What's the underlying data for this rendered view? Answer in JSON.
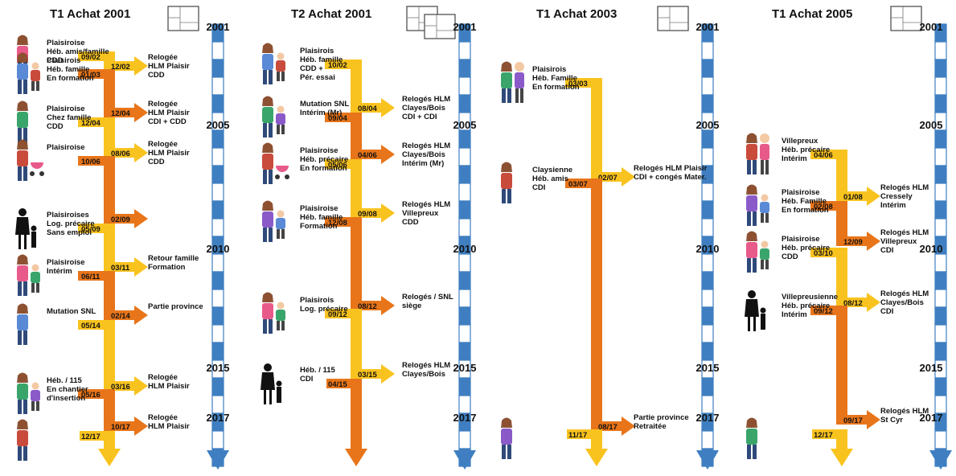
{
  "colors": {
    "yellow": "#f9c31f",
    "orange": "#e8751a",
    "timeline_blue": "#3f7fc1",
    "timeline_white": "#ffffff",
    "text": "#111111"
  },
  "panels": [
    {
      "title": "T1  Achat 2001",
      "years": [
        "2001",
        "2005",
        "2010",
        "2015",
        "2017"
      ],
      "flows": [
        {
          "color": "yellow",
          "start": "09/02",
          "end": "12/02",
          "household": "Plaisiroise\nHéb. amis/famille\nCDD",
          "outcome": "Relogée\nHLM Plaisir\nCDD",
          "icon": "woman-icon"
        },
        {
          "color": "orange",
          "start": "01/03",
          "end": "12/04",
          "household": "Plaisirois\nHéb. famille\nEn formation",
          "outcome": "Relogée\nHLM Plaisir\nCDI + CDD",
          "icon": "family-icon"
        },
        {
          "color": "yellow",
          "start": "12/04",
          "end": "08/06",
          "household": "Plaisiroise\nChez famille\nCDD",
          "outcome": "Relogée\nHLM Plaisir\nCDD",
          "icon": "woman-icon"
        },
        {
          "color": "orange",
          "start": "10/06",
          "end": "02/09",
          "household": "Plaisiroise",
          "outcome": "",
          "icon": "mother-stroller-icon"
        },
        {
          "color": "yellow",
          "start": "05/09",
          "end": "03/11",
          "household": "Plaisiroises\nLog. précaire\nSans emploi",
          "outcome": "Retour famille\nFormation",
          "icon": "mother-child-silhouette-icon"
        },
        {
          "color": "orange",
          "start": "06/11",
          "end": "02/14",
          "household": "Plaisiroise\nIntérim",
          "outcome": "Partie province",
          "icon": "mother-child-icon"
        },
        {
          "color": "yellow",
          "start": "05/14",
          "end": "03/16",
          "household": "Mutation SNL",
          "outcome": "Relogée\nHLM Plaisir",
          "icon": "woman-icon"
        },
        {
          "color": "orange",
          "start": "05/16",
          "end": "10/17",
          "household": "Héb. / 115\nEn chantier\nd'insertion",
          "outcome": "Relogée\nHLM Plaisir",
          "icon": "family-icon"
        },
        {
          "color": "yellow",
          "start": "12/17",
          "end": "",
          "household": "",
          "outcome": "",
          "icon": "man-icon"
        }
      ]
    },
    {
      "title": "T2  Achat 2001",
      "years": [
        "2001",
        "2005",
        "2010",
        "2015",
        "2017"
      ],
      "flows": [
        {
          "color": "yellow",
          "start": "10/02",
          "end": "08/04",
          "household": "Plaisirois\nHéb. famille\nCDD +\nPér. essai",
          "outcome": "Relogés HLM\nClayes/Bois\nCDI + CDI",
          "icon": "family-icon"
        },
        {
          "color": "orange",
          "start": "09/04",
          "end": "04/06",
          "household": "Mutation SNL\nIntérim (Mr)",
          "outcome": "Relogés HLM\nClayes/Bois\nIntérim (Mr)",
          "icon": "family-icon"
        },
        {
          "color": "yellow",
          "start": "05/06",
          "end": "09/08",
          "household": "Plaisiroise\nHéb. précaire\nEn formation",
          "outcome": "Relogés HLM\nVillepreux\nCDD",
          "icon": "mother-stroller-icon"
        },
        {
          "color": "orange",
          "start": "12/08",
          "end": "08/12",
          "household": "Plaisiroise\nHéb. famille\nFormation",
          "outcome": "Relogés / SNL\nsiège",
          "icon": "mother-child-icon"
        },
        {
          "color": "yellow",
          "start": "09/12",
          "end": "03/15",
          "household": "Plaisirois\nLog. précaire",
          "outcome": "Relogés HLM\nClayes/Bois",
          "icon": "family-icon"
        },
        {
          "color": "orange",
          "start": "04/15",
          "end": "",
          "household": "Héb. / 115\nCDI",
          "outcome": "",
          "icon": "family-silhouette-icon"
        }
      ]
    },
    {
      "title": "T1  Achat 2003",
      "years": [
        "2001",
        "2005",
        "2010",
        "2015",
        "2017"
      ],
      "flows": [
        {
          "color": "yellow",
          "start": "03/03",
          "end": "02/07",
          "household": "Plaisirois\nHéb. Famille\nEn formation",
          "outcome": "Relogés HLM Plaisir\nCDI + congés Mater.",
          "icon": "couple-icon"
        },
        {
          "color": "orange",
          "start": "03/07",
          "end": "08/17",
          "household": "Claysienne\nHéb. amis\nCDI",
          "outcome": "Partie province\nRetraitée",
          "icon": "woman-icon"
        },
        {
          "color": "yellow",
          "start": "11/17",
          "end": "",
          "household": "",
          "outcome": "",
          "icon": "man-icon"
        }
      ]
    },
    {
      "title": "T1  Achat 2005",
      "years": [
        "2001",
        "2005",
        "2010",
        "2015",
        "2017"
      ],
      "flows": [
        {
          "color": "yellow",
          "start": "04/06",
          "end": "01/08",
          "household": "Villepreux\nHéb. précaire\nIntérim",
          "outcome": "Relogés HLM\nCressely\nIntérim",
          "icon": "couple-icon"
        },
        {
          "color": "orange",
          "start": "02/08",
          "end": "12/09",
          "household": "Plaisiroise\nHéb. Famille\nEn formation",
          "outcome": "Relogés HLM\nVillepreux\nCDI",
          "icon": "mother-child-icon"
        },
        {
          "color": "yellow",
          "start": "03/10",
          "end": "08/12",
          "household": "Plaisiroise\nHéb. précaire\nCDD",
          "outcome": "Relogés HLM\nClayes/Bois\nCDI",
          "icon": "mother-child-icon"
        },
        {
          "color": "orange",
          "start": "09/12",
          "end": "09/17",
          "household": "Villepreusienne\nHéb. précaire\nIntérim",
          "outcome": "Relogés HLM\nSt Cyr",
          "icon": "mother-child-silhouette-icon"
        },
        {
          "color": "yellow",
          "start": "12/17",
          "end": "",
          "household": "",
          "outcome": "",
          "icon": "woman-icon"
        }
      ]
    }
  ]
}
